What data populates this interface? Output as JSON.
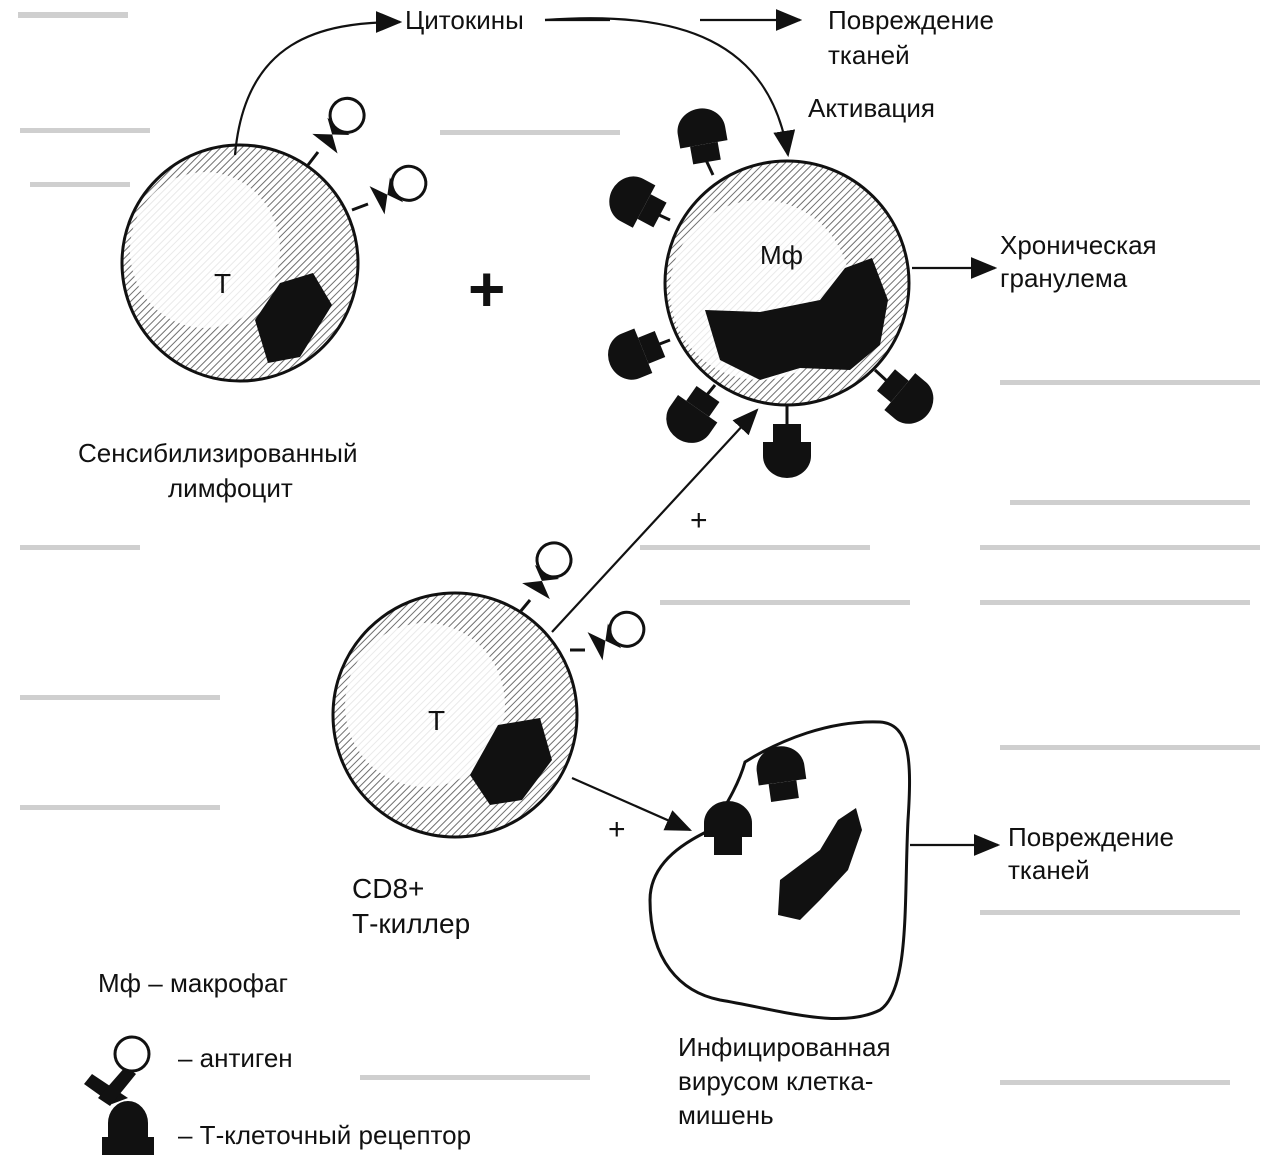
{
  "labels": {
    "cytokines": "Цитокины",
    "damage_top_1": "Повреждение",
    "damage_top_2": "тканей",
    "activation": "Активация",
    "t_sensitized": "T",
    "mf": "Мф",
    "chronic_1": "Хроническая",
    "chronic_2": "гранулема",
    "sensitized_1": "Сенсибилизированный",
    "sensitized_2": "лимфоцит",
    "t_killer": "T",
    "cd8_1": "CD8+",
    "cd8_2": "Т-киллер",
    "damage_bottom_1": "Повреждение",
    "damage_bottom_2": "тканей",
    "infected_1": "Инфицированная",
    "infected_2": "вирусом клетка-",
    "infected_3": "мишень",
    "plus_main": "+",
    "plus_upper": "+",
    "plus_lower": "+"
  },
  "legend": {
    "mf_row": "Мф – макрофаг",
    "antigen_row": "– антиген",
    "receptor_row": "– Т-клеточный рецептор"
  },
  "colors": {
    "ink": "#111111",
    "cell_hatch": "#6f6f6f"
  }
}
